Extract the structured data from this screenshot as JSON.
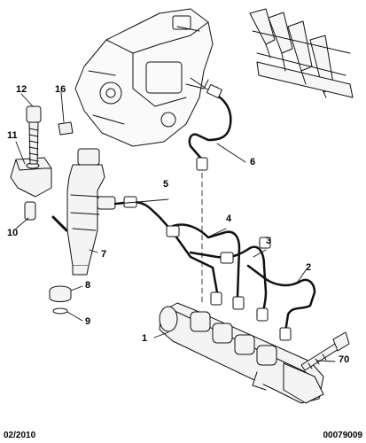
{
  "diagram": {
    "callouts": {
      "c1": "1",
      "c2": "2",
      "c3": "3",
      "c4": "4",
      "c5": "5",
      "c6": "6",
      "c7": "7",
      "c8": "8",
      "c9": "9",
      "c10": "10",
      "c11": "11",
      "c12": "12",
      "c16": "16",
      "c70": "70"
    },
    "footer_left": "02/2010",
    "footer_right": "00079009"
  }
}
